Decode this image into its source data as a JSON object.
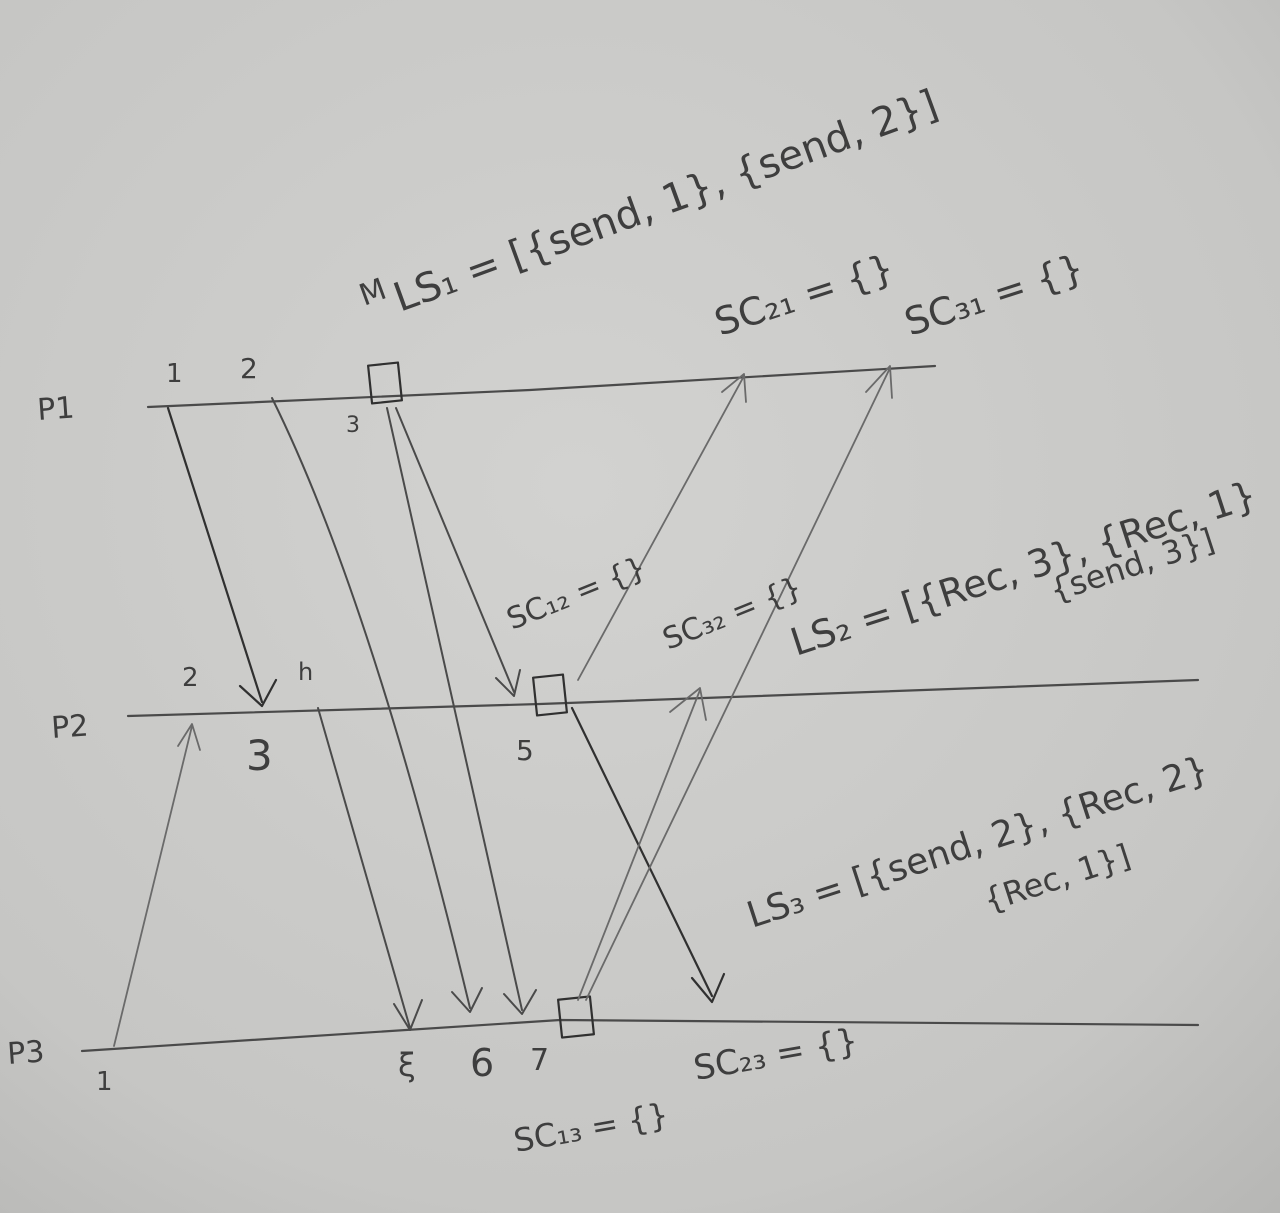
{
  "processes": [
    "P1",
    "P2",
    "P3"
  ],
  "event_labels": {
    "p1": [
      "1",
      "2",
      "3"
    ],
    "p2": [
      "2",
      "h",
      "3",
      "5"
    ],
    "p3": [
      "1",
      "ξ",
      "6",
      "7"
    ]
  },
  "annotations": {
    "m_marker": "M",
    "ls1": "LS₁ = [{send, 1}, {send, 2}]",
    "sc21": "SC₂₁ = {}",
    "sc31": "SC₃₁ = {}",
    "sc12": "SC₁₂ = {}",
    "sc32": "SC₃₂ = {}",
    "ls2_line1": "LS₂ = [{Rec, 3}, {Rec, 1}",
    "ls2_line2": "{send, 3}]",
    "ls3_line1": "LS₃ = [{send, 2}, {Rec, 2}",
    "ls3_line2": "{Rec, 1}]",
    "sc13": "SC₁₃ = {}",
    "sc23": "SC₂₃ = {}"
  },
  "colors": {
    "paper": "#c9c9c7",
    "ink": "#4a4a4a"
  }
}
